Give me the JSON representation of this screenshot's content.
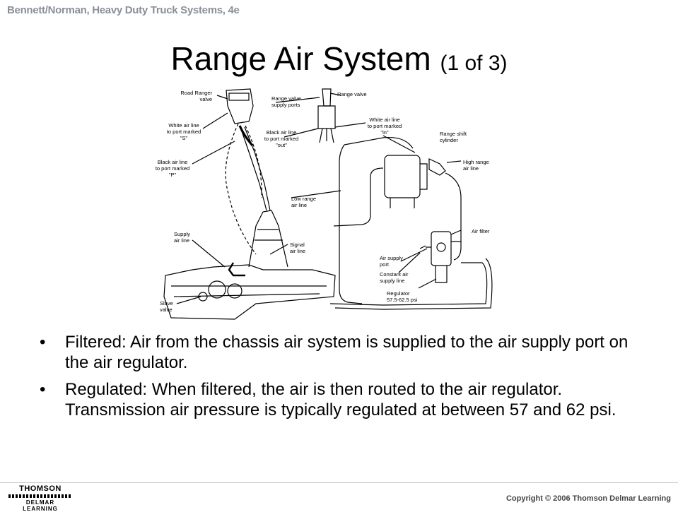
{
  "book_title": "Bennett/Norman, Heavy Duty Truck Systems, 4e",
  "slide_title": {
    "main": "Range Air System",
    "sub": "(1 of 3)"
  },
  "diagram_labels": {
    "road_ranger_valve": [
      "Road Ranger",
      "valve"
    ],
    "range_valve_supply_ports": [
      "Range valve",
      "supply ports"
    ],
    "range_valve": [
      "Range valve"
    ],
    "white_air_line_s": [
      "White air line",
      "to port marked",
      "\"S\""
    ],
    "black_air_line_out": [
      "Black air line",
      "to port marked",
      "\"out\""
    ],
    "white_air_line_in": [
      "White air line",
      "to port marked",
      "\"in\""
    ],
    "range_shift_cylinder": [
      "Range shift",
      "cylinder"
    ],
    "black_air_line_p": [
      "Black air line",
      "to port marked",
      "\"P\""
    ],
    "high_range_air_line": [
      "High range",
      "air line"
    ],
    "low_range_air_line": [
      "Low range",
      "air line"
    ],
    "air_filter": [
      "Air filter"
    ],
    "supply_air_line": [
      "Supply",
      "air line"
    ],
    "signal_air_line": [
      "Signal",
      "air line"
    ],
    "air_supply_port": [
      "Air supply",
      "port"
    ],
    "constant_air_supply_line": [
      "Constant air",
      "supply line"
    ],
    "regulator": [
      "Regulator",
      "57.5-62.5 psi"
    ],
    "slave_valve": [
      "Slave",
      "valve"
    ]
  },
  "bullets": [
    {
      "marker": "•",
      "text": "Filtered:  Air from the chassis air system is supplied to the air supply port on the air regulator."
    },
    {
      "marker": "•",
      "text": "Regulated:  When filtered, the air is then routed to the air regulator. Transmission air pressure is typically regulated at between 57 and 62 psi."
    }
  ],
  "logo": {
    "line1": "THOMSON",
    "line2": "DELMAR LEARNING"
  },
  "copyright": "Copyright © 2006 Thomson Delmar Learning"
}
